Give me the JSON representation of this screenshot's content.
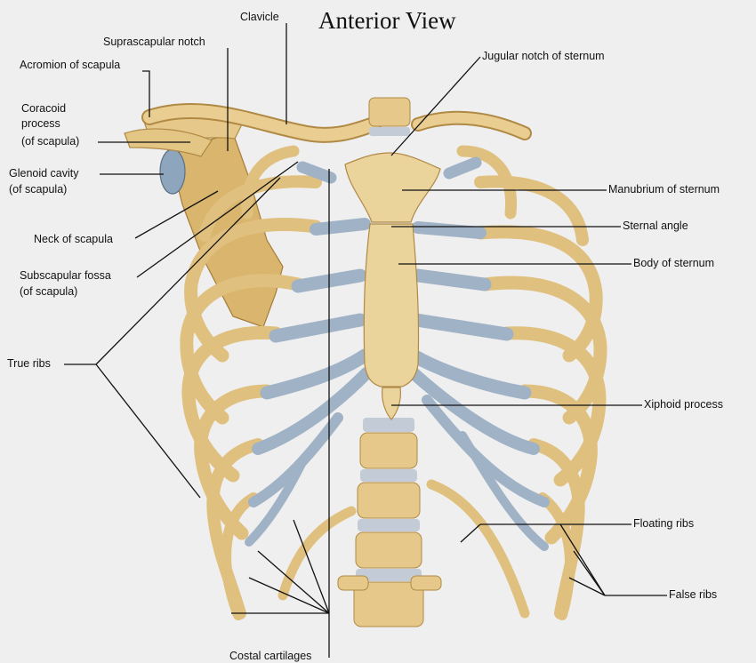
{
  "title": "Anterior View",
  "labels": {
    "clavicle": "Clavicle",
    "suprascapular_notch": "Suprascapular notch",
    "acromion": "Acromion of scapula",
    "coracoid_1": "Coracoid",
    "coracoid_2": "process",
    "coracoid_3": "(of scapula)",
    "glenoid_1": "Glenoid cavity",
    "glenoid_2": "(of scapula)",
    "neck": "Neck of scapula",
    "subscapular_1": "Subscapular fossa",
    "subscapular_2": "(of scapula)",
    "true_ribs": "True ribs",
    "costal": "Costal cartilages",
    "jugular": "Jugular notch of sternum",
    "manubrium": "Manubrium of sternum",
    "sternal_angle": "Sternal angle",
    "body": "Body of sternum",
    "xiphoid": "Xiphoid process",
    "floating": "Floating ribs",
    "false_ribs": "False ribs"
  },
  "colors": {
    "background": "#efefef",
    "bone": "#e6c98a",
    "bone_shade": "#b08a45",
    "cartilage": "#9fb2c6",
    "disc": "#c3ccd6",
    "leader": "#111111"
  }
}
